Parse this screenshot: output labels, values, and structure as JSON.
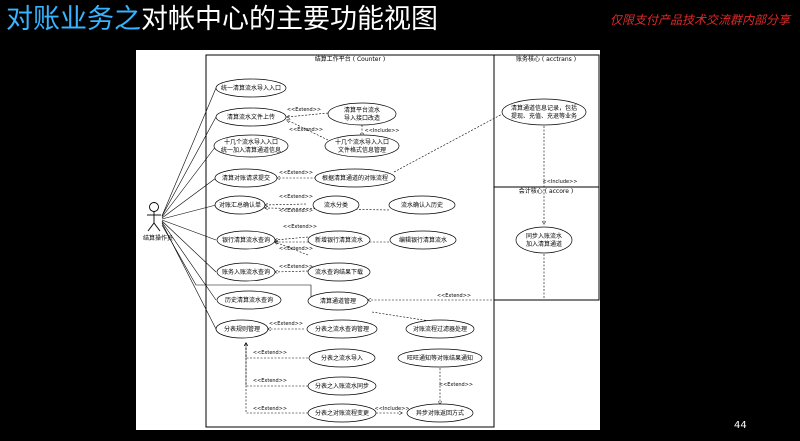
{
  "slide": {
    "title_blue": "对账业务之",
    "title_white": "对帐中心的主要功能视图",
    "subtitle": "仅限支付产品技术交流群内部分享",
    "page_number": "44"
  },
  "colors": {
    "background": "#000000",
    "title_blue": "#36b4ff",
    "title_white": "#ffffff",
    "subtitle_red": "#e02a2a",
    "diagram_bg": "#ffffff"
  },
  "diagram": {
    "actor": "结算操作员",
    "boundaries": {
      "counter": "结算工作平台 ( Counter )",
      "acctrans": "账务核心 ( acctrans )",
      "accore": "会计核心 ( accore )"
    },
    "use_cases": {
      "uc1": "统一清算流水导入入口",
      "uc2": "清算流水文件上传",
      "uc3a": "清算平台流水",
      "uc3b": "导入接口改造",
      "uc4a": "十几个流水导入入口",
      "uc4b": "统一加入清算通道信息",
      "uc5a": "十几个流水导入入口",
      "uc5b": "文件格式信息管理",
      "uc6": "清算对账请求提交",
      "uc7": "根据清算通道的对账流程",
      "uc8": "对账汇总确认单",
      "uc9": "流水分类",
      "uc10": "流水确认入历史",
      "uc11": "银行清算流水查询",
      "uc12": "新增银行清算流水",
      "uc13": "编辑银行清算流水",
      "uc14": "账务入账流水查询",
      "uc15": "流水查询结果下载",
      "uc16": "历史清算流水查询",
      "uc17": "清算通道管理",
      "uc18": "分表规则管理",
      "uc19": "分表之流水查询管理",
      "uc20": "对账流程过滤器处理",
      "uc21": "分表之流水导入",
      "uc22": "旺旺通知等对账结果通知",
      "uc23": "分表之入账流水同步",
      "uc24": "分表之对账流程变更",
      "uc25": "异步对账返回方式",
      "uc26a": "清算通道信息记录，包括",
      "uc26b": "提现、充值、充退等业务",
      "uc27a": "同步入账流水",
      "uc27b": "加入清算通道"
    },
    "relations": {
      "extend": "<<Extend>>",
      "include": "<<Include>>"
    }
  }
}
